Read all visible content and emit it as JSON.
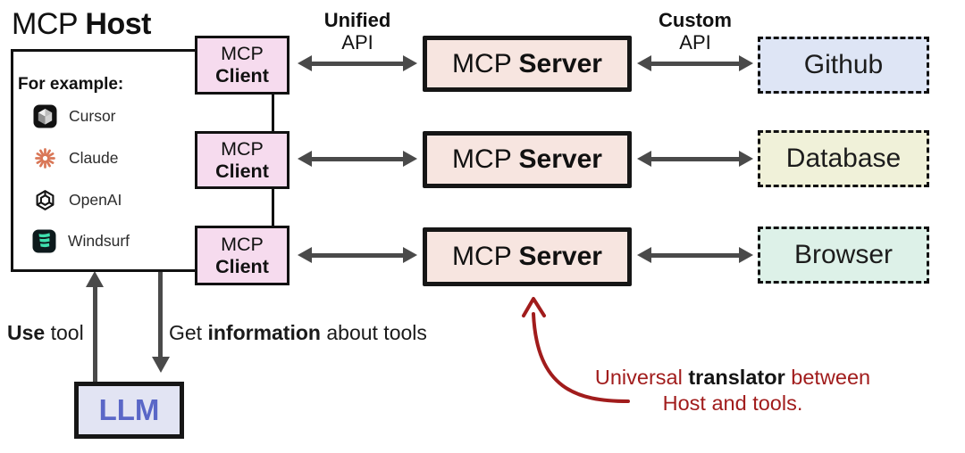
{
  "diagram_title": {
    "prefix": "MCP ",
    "bold": "Host"
  },
  "host": {
    "examples_label": "For example:",
    "apps": [
      {
        "label": "Cursor",
        "icon": "cursor-app-icon"
      },
      {
        "label": "Claude",
        "icon": "claude-app-icon"
      },
      {
        "label": "OpenAI",
        "icon": "openai-app-icon"
      },
      {
        "label": "Windsurf",
        "icon": "windsurf-app-icon"
      }
    ]
  },
  "rows": [
    {
      "client_line1": "MCP",
      "client_line2": "Client",
      "server_prefix": "MCP ",
      "server_bold": "Server",
      "target": "Github",
      "target_bg": "#dee5f5"
    },
    {
      "client_line1": "MCP",
      "client_line2": "Client",
      "server_prefix": "MCP ",
      "server_bold": "Server",
      "target": "Database",
      "target_bg": "#f0f1d9"
    },
    {
      "client_line1": "MCP",
      "client_line2": "Client",
      "server_prefix": "MCP ",
      "server_bold": "Server",
      "target": "Browser",
      "target_bg": "#ddf1e8"
    }
  ],
  "api_labels": {
    "unified": {
      "line1": "Unified",
      "line2": "API"
    },
    "custom": {
      "line1": "Custom",
      "line2": "API"
    }
  },
  "llm": {
    "label": "LLM",
    "text_color": "#5a67c7",
    "bg": "#e2e4f3"
  },
  "flow_labels": {
    "use_bold": "Use",
    "use_rest": " tool",
    "get_pre": "Get ",
    "get_bold": "information",
    "get_post": " about tools"
  },
  "annotation": {
    "pre": "Universal ",
    "bold": "translator",
    "post": " between",
    "line2": "Host and tools.",
    "color": "#a11c1c"
  },
  "colors": {
    "client_bg": "#f6dbee",
    "server_bg": "#f7e5e0",
    "arrow_gray": "#4a4a4a",
    "border_black": "#111111"
  }
}
